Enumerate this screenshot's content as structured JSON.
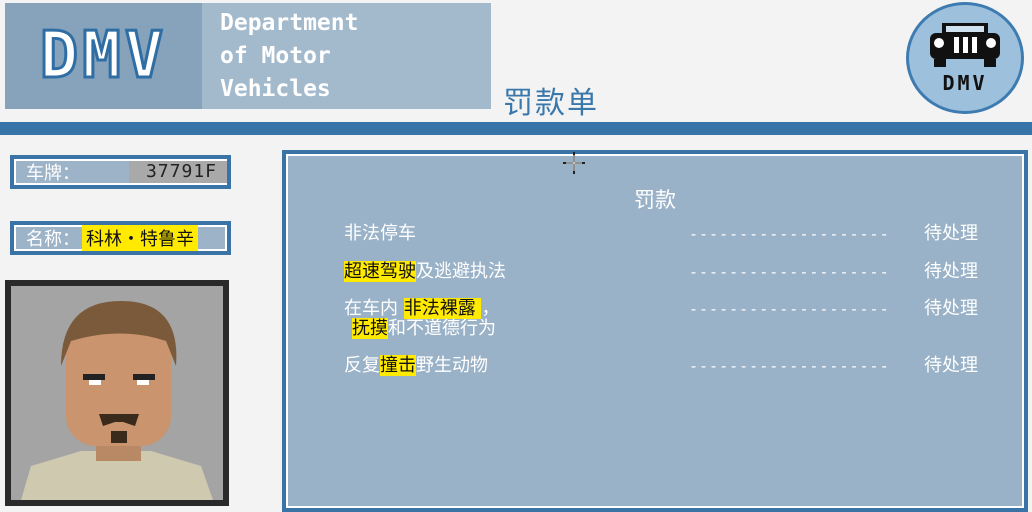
{
  "header": {
    "logo_text": "DMV",
    "dept_lines": [
      "Department",
      "of Motor",
      "Vehicles"
    ],
    "document_title": "罚款单",
    "badge_text": "DMV"
  },
  "plate": {
    "label": "车牌：",
    "value": "37791F"
  },
  "name": {
    "label": "名称：",
    "value": "科林・特鲁辛"
  },
  "fines": {
    "title": "罚款",
    "dashes": "--------------------",
    "rows": [
      {
        "parts": [
          {
            "t": "非法停车",
            "h": false
          }
        ],
        "status": "待处理"
      },
      {
        "parts": [
          {
            "t": "超速驾驶",
            "h": true
          },
          {
            "t": "及逃避执法",
            "h": false
          }
        ],
        "status": "待处理"
      },
      {
        "parts": [
          {
            "t": "在车内 ",
            "h": false
          },
          {
            "t": "非法裸露 ",
            "h": true
          },
          {
            "t": "，",
            "h": false
          }
        ],
        "parts2": [
          {
            "t": "抚摸",
            "h": true
          },
          {
            "t": "和不道德行为",
            "h": false
          }
        ],
        "status": "待处理"
      },
      {
        "parts": [
          {
            "t": "反复",
            "h": false
          },
          {
            "t": "撞击",
            "h": true
          },
          {
            "t": "野生动物",
            "h": false
          }
        ],
        "status": "待处理"
      }
    ]
  },
  "colors": {
    "accent": "#3774a8",
    "panel": "#9ab2c7",
    "highlight": "#ffea00"
  }
}
